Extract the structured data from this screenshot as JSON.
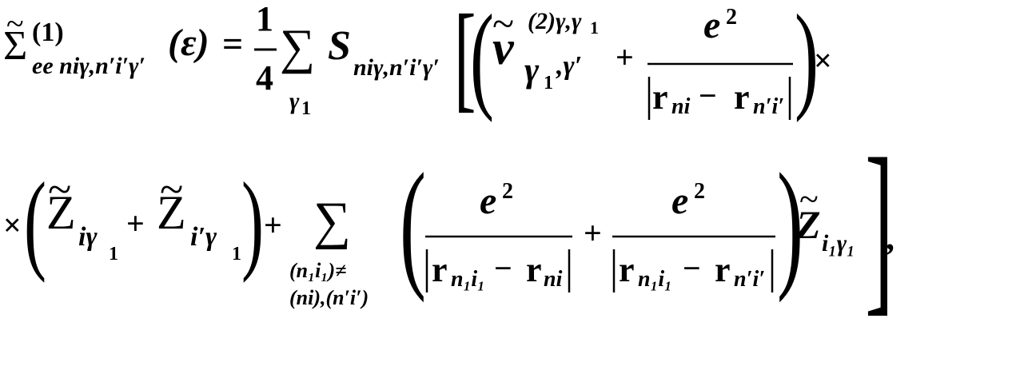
{
  "formula": {
    "line1": {
      "sigma": "Σ",
      "tilde": "~",
      "sigma_sup": "(1)",
      "sigma_sub": "ee niγ,n′i′γ′",
      "arg": "(ε)",
      "equals": "=",
      "frac_num": "1",
      "frac_den": "4",
      "sum": "∑",
      "sum_sub": "γ",
      "sum_sub_idx": "1",
      "S": "S",
      "S_sub": "niγ,n′i′γ′",
      "big_bracket": "[",
      "big_paren_l": "(",
      "v": "v",
      "v_tilde": "~",
      "v_sup": "(2)γ,γ",
      "v_sup_idx": "1",
      "v_sub_g": "γ",
      "v_sub_idx": "1",
      "v_sub_rest": ",γ′",
      "plus": "+",
      "e2_num": "e",
      "e2_exp": "2",
      "r1": "r",
      "r1_sub": "ni",
      "minus": "−",
      "r2": "r",
      "r2_sub": "n′i′",
      "big_paren_r": ")",
      "times": "×"
    },
    "line2": {
      "times": "×",
      "paren_l": "(",
      "Z1": "Z",
      "Z1_sub": "iγ",
      "Z1_sub_idx": "1",
      "plus1": "+",
      "Z2": "Z",
      "Z2_sub": "i′γ",
      "Z2_sub_idx": "1",
      "paren_r": ")",
      "plus2": "+",
      "sum": "∑",
      "cond_line1": "(n₁i₁)≠",
      "cond_line2": "(ni),(n′i′)",
      "big_paren_l": "(",
      "fa_num": "e",
      "fa_exp": "2",
      "fa_r1": "r",
      "fa_r1_sub": "n₁i₁",
      "fa_minus": "−",
      "fa_r2": "r",
      "fa_r2_sub": "ni",
      "plus3": "+",
      "fb_num": "e",
      "fb_exp": "2",
      "fb_r1": "r",
      "fb_r1_sub": "n₁i₁",
      "fb_minus": "−",
      "fb_r2": "r",
      "fb_r2_sub": "n′i′",
      "big_paren_r": ")",
      "Z3": "Z",
      "Z3_sub": "i₁γ₁",
      "big_bracket_r": "]",
      "comma": ","
    }
  }
}
